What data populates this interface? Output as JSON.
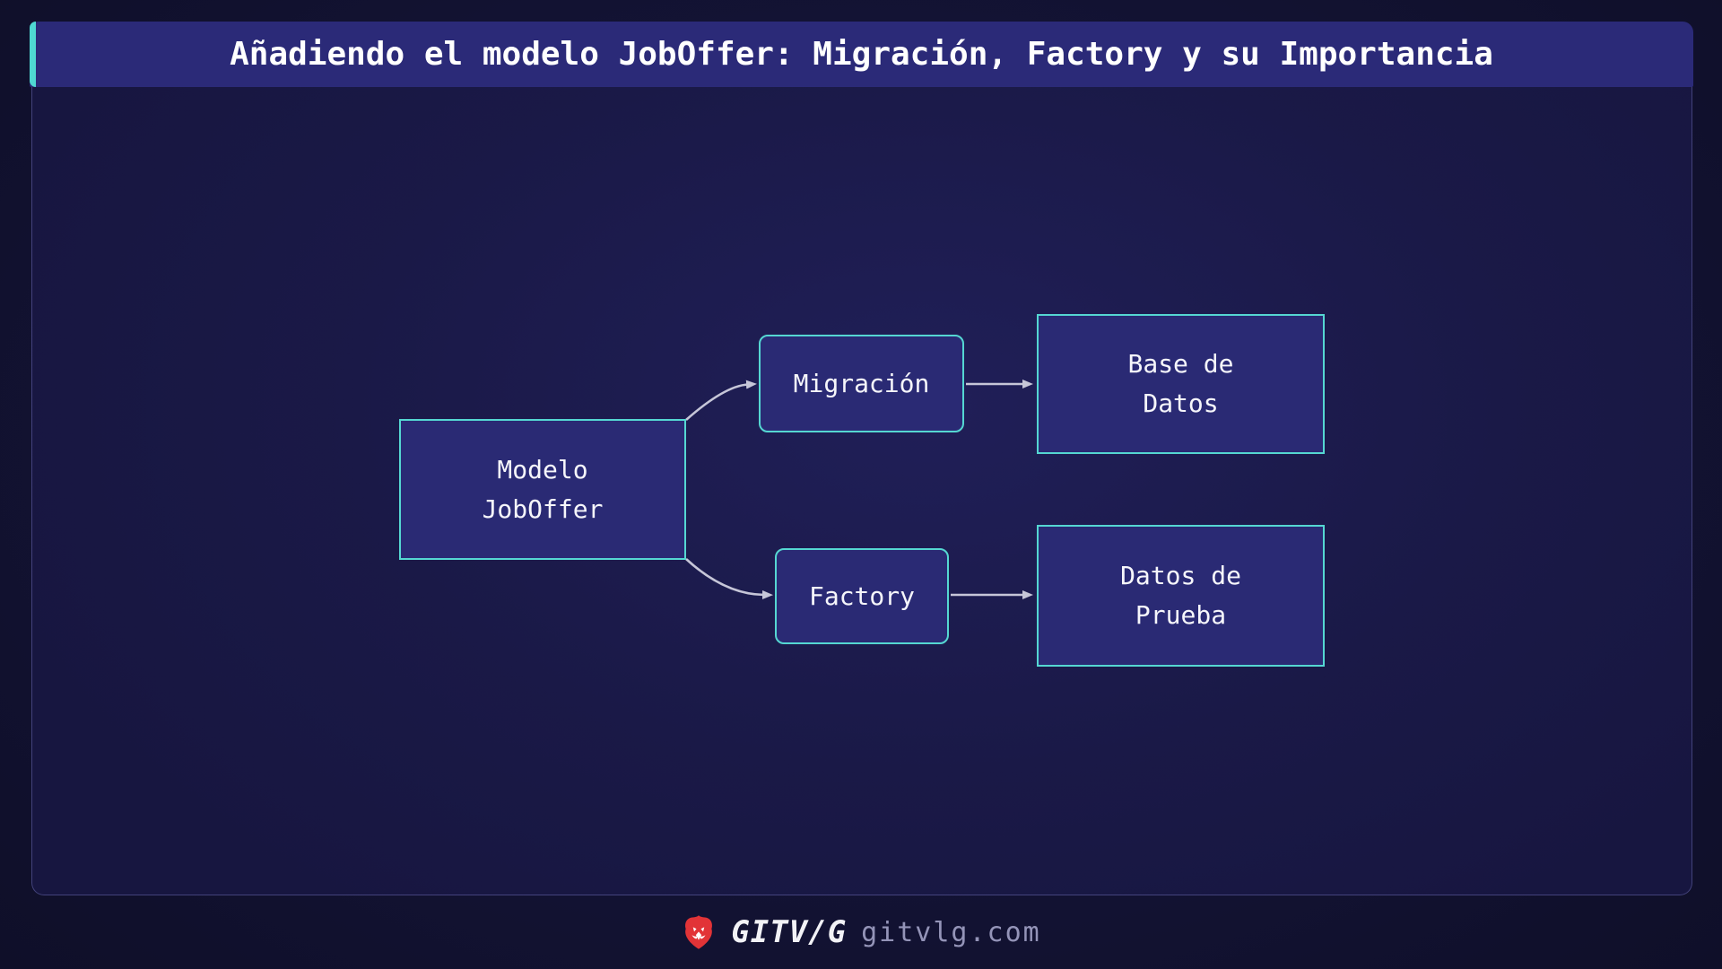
{
  "title_bar": {
    "title": "Añadiendo el modelo JobOffer: Migración, Factory y su Importancia"
  },
  "diagram": {
    "type": "flowchart",
    "nodes": {
      "modelo": {
        "lines": [
          "Modelo",
          "JobOffer"
        ]
      },
      "migracion": {
        "lines": [
          "Migración"
        ]
      },
      "base_datos": {
        "lines": [
          "Base de",
          "Datos"
        ]
      },
      "factory": {
        "lines": [
          "Factory"
        ]
      },
      "datos_prueba": {
        "lines": [
          "Datos de",
          "Prueba"
        ]
      }
    },
    "edges": [
      {
        "from": "modelo",
        "to": "migracion"
      },
      {
        "from": "modelo",
        "to": "factory"
      },
      {
        "from": "migracion",
        "to": "base_datos"
      },
      {
        "from": "factory",
        "to": "datos_prueba"
      }
    ]
  },
  "footer": {
    "logo": "lion-logo",
    "brand": "GITV/G",
    "website": "gitvlg.com"
  },
  "colors": {
    "accent_teal": "#4fd8d2",
    "node_border": "#55d7d2",
    "node_fill": "#2a2a74",
    "title_bar_bg": "#2b2a78",
    "edge": "#c6c6d8",
    "brand_red": "#e23337",
    "website_gray": "#9494b8"
  }
}
